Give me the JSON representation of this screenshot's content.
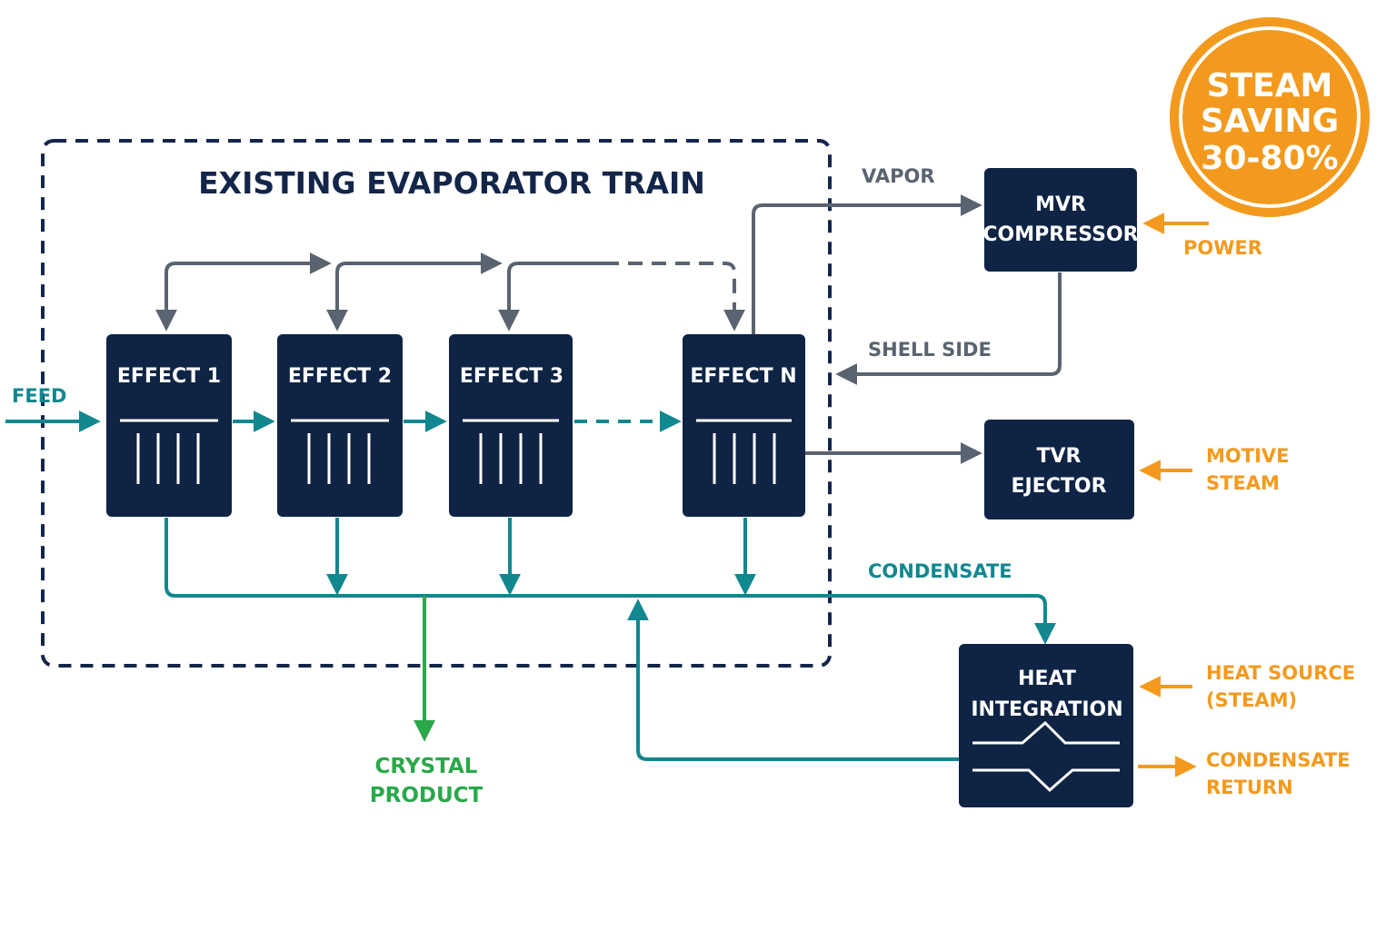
{
  "title": "EXISTING EVAPORATOR TRAIN",
  "effects": [
    "EFFECT 1",
    "EFFECT 2",
    "EFFECT 3",
    "EFFECT N"
  ],
  "labels": {
    "feed": "FEED",
    "vapor": "VAPOR",
    "shell_side": "SHELL SIDE",
    "condensate": "CONDENSATE",
    "crystal_product": [
      "CRYSTAL",
      "PRODUCT"
    ],
    "power": "POWER",
    "motive_steam": [
      "MOTIVE",
      "STEAM"
    ],
    "heat_source": [
      "HEAT SOURCE",
      "(STEAM)"
    ],
    "condensate_return": [
      "CONDENSATE",
      "RETURN"
    ]
  },
  "equipment": {
    "mvr": [
      "MVR",
      "COMPRESSOR"
    ],
    "tvr": [
      "TVR",
      "EJECTOR"
    ],
    "heat_integration": [
      "HEAT",
      "INTEGRATION"
    ]
  },
  "badge": [
    "STEAM",
    "SAVING",
    "30-80%"
  ],
  "colors": {
    "navy": "#0f2444",
    "gray": "#5a6370",
    "teal": "#11878f",
    "green": "#2aa84a",
    "orange": "#f39a1e"
  }
}
